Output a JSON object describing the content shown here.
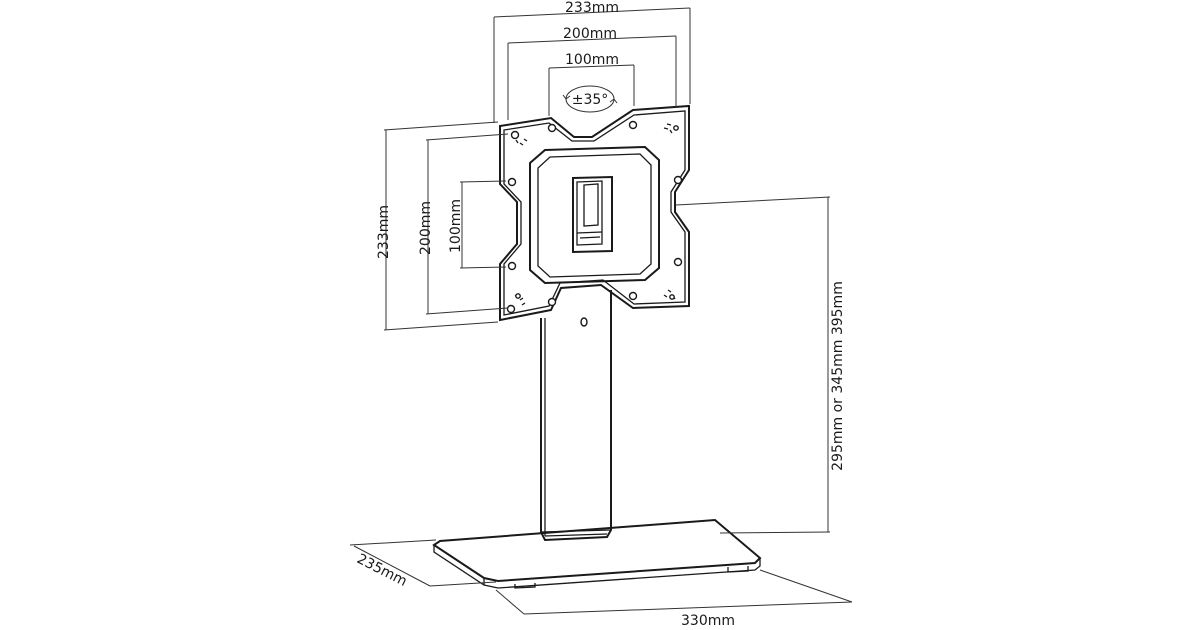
{
  "dimensions": {
    "top_width": "233mm",
    "top_vesa_200": "200mm",
    "top_vesa_100": "100mm",
    "rotation": "±35°",
    "left_height": "233mm",
    "left_vesa_200": "200mm",
    "left_vesa_100": "100mm",
    "heights": "295mm or 345mm 395mm",
    "base_depth": "235mm",
    "base_width": "330mm"
  },
  "colors": {
    "line": "#1a1a1a",
    "background": "#ffffff"
  }
}
